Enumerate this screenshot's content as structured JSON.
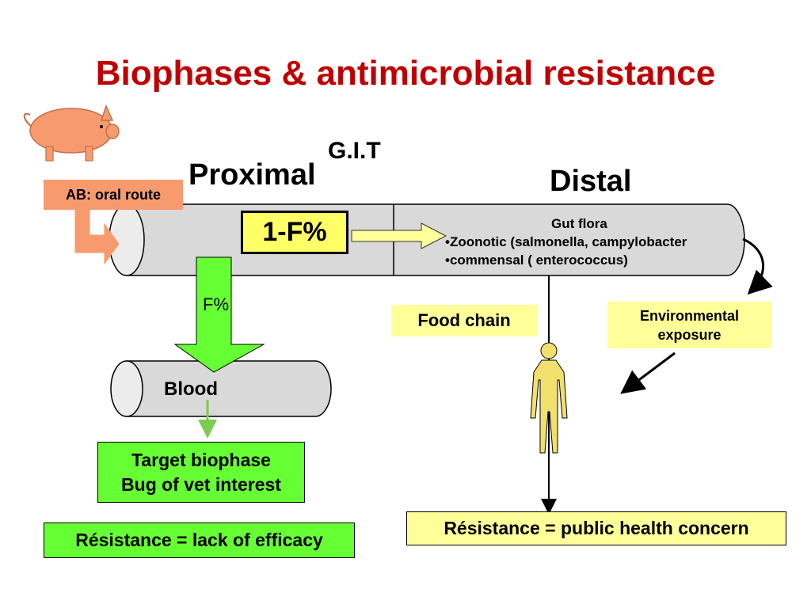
{
  "title": "Biophases & antimicrobial resistance",
  "labels": {
    "git": "G.I.T",
    "proximal": "Proximal",
    "distal": "Distal",
    "ab_route": "AB: oral route",
    "one_minus_f": "1-F%",
    "f_percent": "F%",
    "blood": "Blood",
    "food_chain": "Food chain",
    "environmental_line1": "Environmental",
    "environmental_line2": "exposure"
  },
  "gut_flora": {
    "heading": "Gut flora",
    "items": [
      "•Zoonotic (salmonella, campylobacter",
      "•commensal  ( enterococcus)"
    ]
  },
  "boxes": {
    "target_line1": "Target biophase",
    "target_line2": "Bug of vet interest",
    "resistance_efficacy": "Résistance = lack of efficacy",
    "resistance_public": "Résistance = public health concern"
  },
  "colors": {
    "title": "#c00000",
    "salmon": "#f79b6f",
    "green": "#66ff33",
    "yellow_box": "#ffff99",
    "human": "#f2e06e",
    "tube_fill": "#d9d9d9",
    "one_f_box": "#ffff66"
  },
  "icons": {
    "pig": "pig-icon",
    "human": "human-figure-icon"
  }
}
